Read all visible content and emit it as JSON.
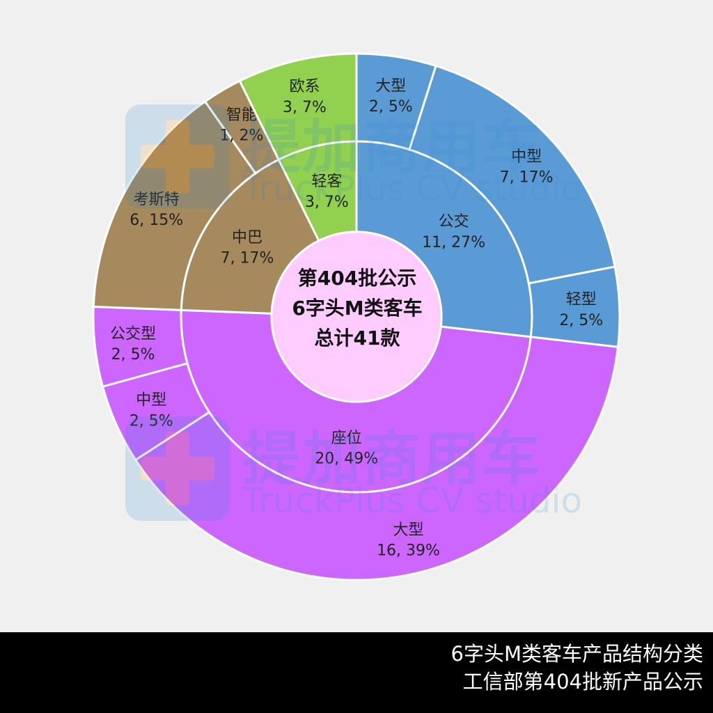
{
  "chart_data": {
    "type": "sunburst",
    "center": [
      "第404批公示",
      "6字头M类客车",
      "总计41款"
    ],
    "inner": [
      {
        "name": "公交",
        "value": 11,
        "percent": "27%",
        "color": "#5b9bd5",
        "children": [
          {
            "name": "大型",
            "value": 2,
            "percent": "5%"
          },
          {
            "name": "中型",
            "value": 7,
            "percent": "17%"
          },
          {
            "name": "轻型",
            "value": 2,
            "percent": "5%"
          }
        ]
      },
      {
        "name": "座位",
        "value": 20,
        "percent": "49%",
        "color": "#cc66ff",
        "children": [
          {
            "name": "大型",
            "value": 16,
            "percent": "39%"
          },
          {
            "name": "中型",
            "value": 2,
            "percent": "5%"
          },
          {
            "name": "公交型",
            "value": 2,
            "percent": "5%"
          }
        ]
      },
      {
        "name": "中巴",
        "value": 7,
        "percent": "17%",
        "color": "#a6895c",
        "children": [
          {
            "name": "考斯特",
            "value": 6,
            "percent": "15%"
          },
          {
            "name": "智能",
            "value": 1,
            "percent": "2%"
          }
        ]
      },
      {
        "name": "轻客",
        "value": 3,
        "percent": "7%",
        "color": "#92d050",
        "children": [
          {
            "name": "欧系",
            "value": 3,
            "percent": "7%"
          }
        ]
      }
    ]
  },
  "watermark": {
    "cn": "提加商用车",
    "en": "TruckPlus CV studio"
  },
  "footer": {
    "line1": "6字头M类客车产品结构分类",
    "line2": "工信部第404批新产品公示"
  },
  "colors": {
    "center": "#ffccff",
    "divider": "#ffffff",
    "background": "#f0f0f0",
    "footer": "#000000"
  }
}
